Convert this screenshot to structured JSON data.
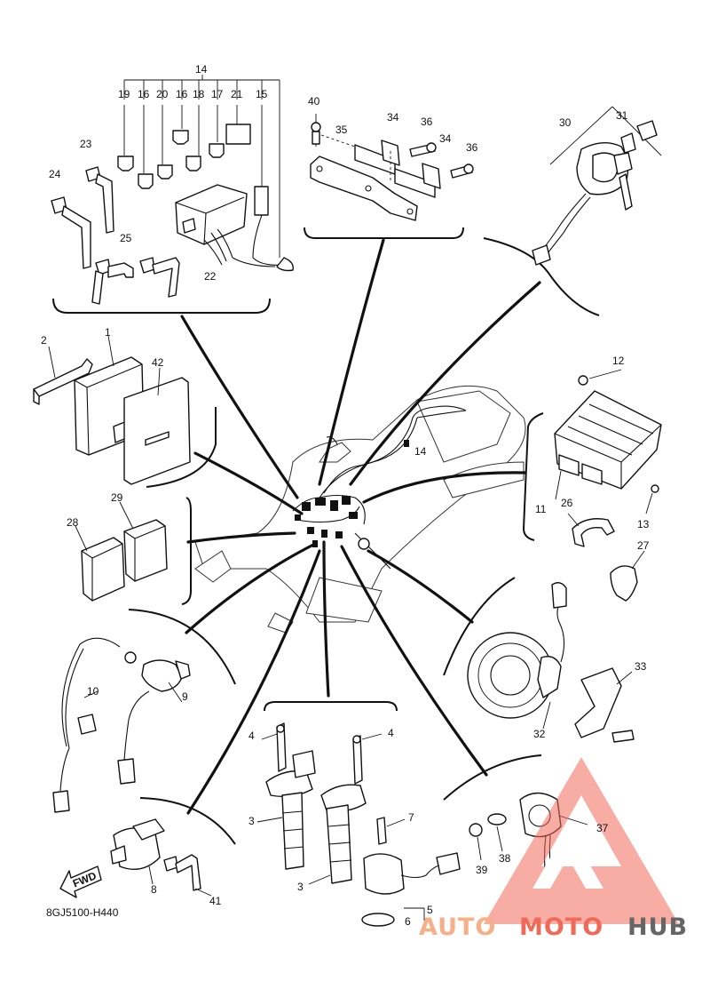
{
  "diagram": {
    "code": "8GJ5100-H440",
    "fwd_label": "FWD",
    "watermark": {
      "part1": "AUTO",
      "part2": "MOTO",
      "part3": "HUB"
    },
    "callouts": {
      "c1": "1",
      "c2": "2",
      "c3a": "3",
      "c3b": "3",
      "c4a": "4",
      "c4b": "4",
      "c5": "5",
      "c6": "6",
      "c7": "7",
      "c8": "8",
      "c9": "9",
      "c10": "10",
      "c11": "11",
      "c12": "12",
      "c13": "13",
      "c14a": "14",
      "c14b": "14",
      "c15": "15",
      "c16a": "16",
      "c16b": "16",
      "c17": "17",
      "c18": "18",
      "c19": "19",
      "c20": "20",
      "c21": "21",
      "c22": "22",
      "c23": "23",
      "c24": "24",
      "c25": "25",
      "c26": "26",
      "c27": "27",
      "c28": "28",
      "c29": "29",
      "c30": "30",
      "c31": "31",
      "c32": "32",
      "c33": "33",
      "c34a": "34",
      "c34b": "34",
      "c35": "35",
      "c36a": "36",
      "c36b": "36",
      "c37": "37",
      "c38": "38",
      "c39": "39",
      "c40": "40",
      "c41": "41",
      "c42": "42"
    }
  }
}
